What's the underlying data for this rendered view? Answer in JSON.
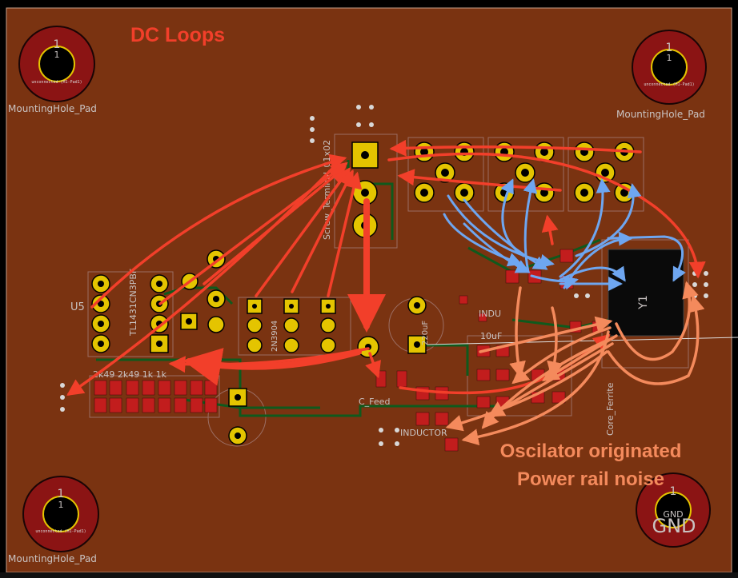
{
  "annotations": {
    "dc_loops": "DC Loops",
    "osc_line1": "Oscilator originated",
    "osc_line2": "Power rail noise"
  },
  "silkscreen": {
    "mounting_hole_pad": "MountingHole_Pad",
    "pad_number": "1",
    "unconnected_text": "unconnected-(H1-Pad1)",
    "gnd_label": "GND",
    "gnd_large": "GND",
    "u5": "U5",
    "u5_part": "TL1431CN3PBF",
    "y1": "Y1",
    "resistors": "2k49 2k49 1k 1k",
    "inductor": "INDUCTOR",
    "ferrite": "Core_Ferrite",
    "c_feed": "C_Feed",
    "screw_terminal": "Screw_Terminal_01x02",
    "nmos": "2N3904",
    "tenuf": "10uF",
    "ind2": "INDU",
    "c220": "220uF"
  },
  "colors": {
    "board": "#7a3311",
    "red_arrow": "#f23f2a",
    "blue_arrow": "#6ea6f0",
    "orange_arrow": "#f48a5c",
    "pad_gold": "#e4c400",
    "hole_red": "#8b1414"
  }
}
